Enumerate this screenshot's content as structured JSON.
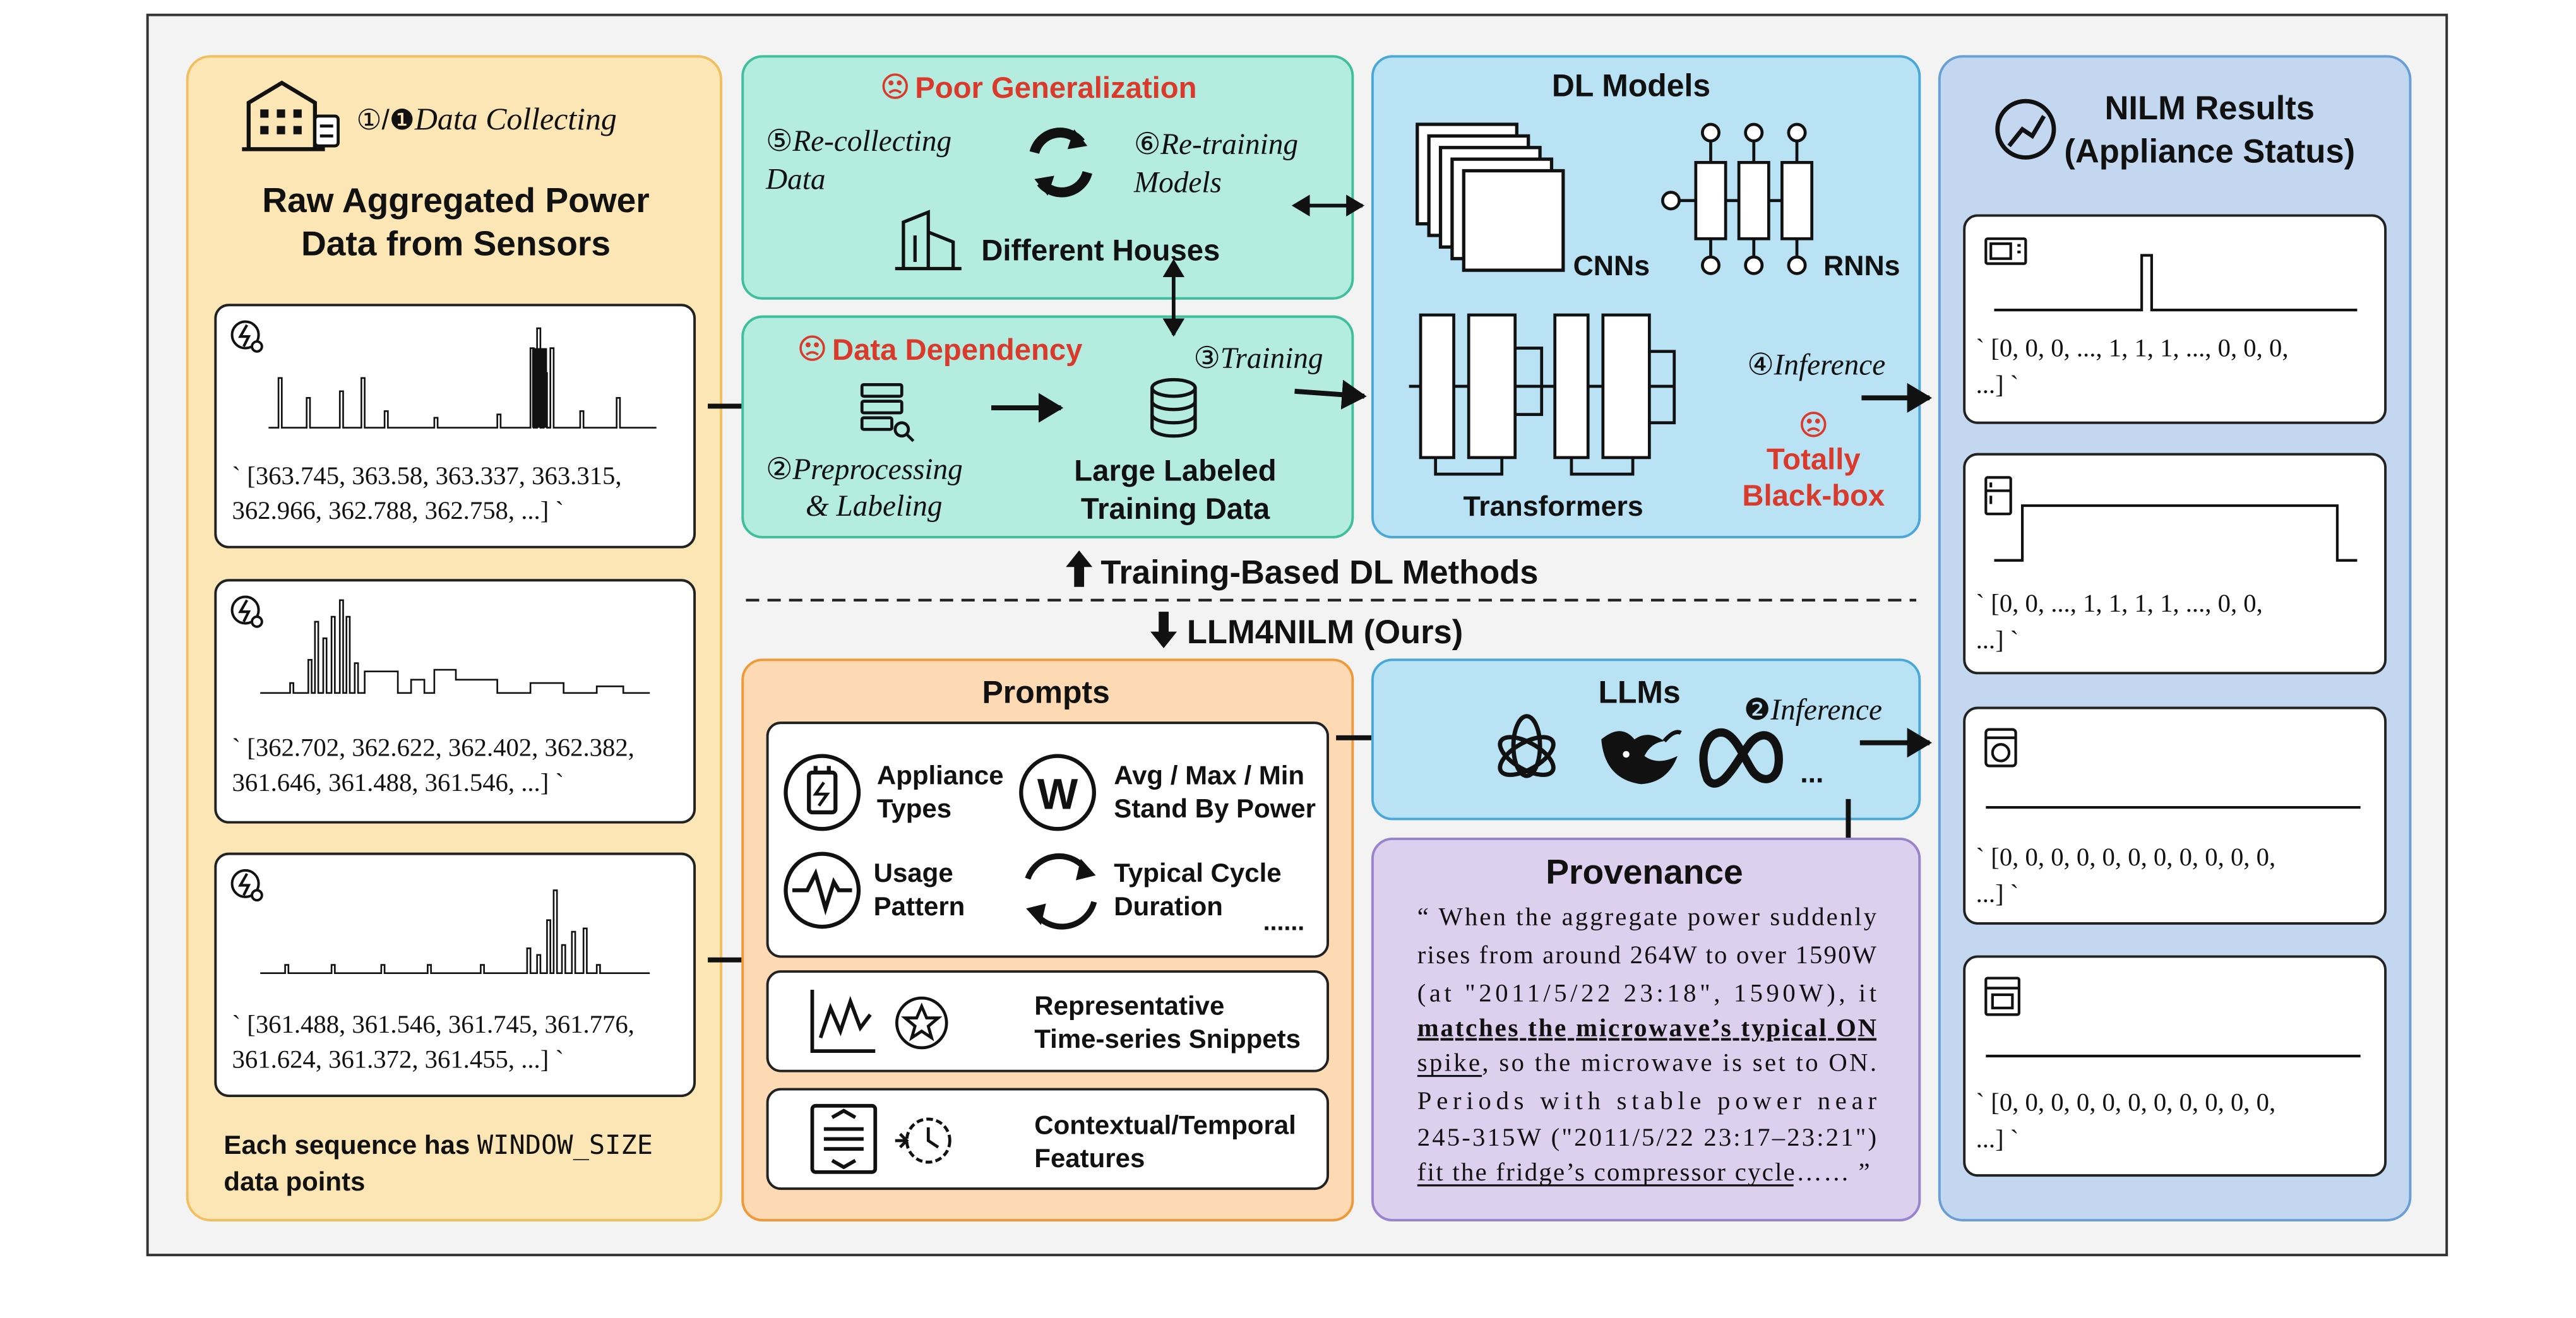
{
  "colors": {
    "sensor_panel": "#fde6b5",
    "sensor_border": "#f0c060",
    "training_panel": "#b5ece0",
    "training_border": "#3fbf9c",
    "dl_panel": "#b9e2f4",
    "dl_border": "#4aa8d8",
    "results_panel": "#c3d8f0",
    "results_border": "#6a9fd6",
    "prompts_panel": "#fddab4",
    "prompts_border": "#ef9a3a",
    "provenance_panel": "#ddd0ef",
    "provenance_border": "#9b82cc",
    "problem_red": "#d93a2b",
    "outer_bg": "#f3f3f3"
  },
  "sensors": {
    "step_label": "①/❶",
    "step_title": "Data Collecting",
    "title_line1": "Raw Aggregated Power",
    "title_line2": "Data from Sensors",
    "icons": [
      "building-icon",
      "meter-icon",
      "lightning-icon"
    ],
    "sequences": [
      {
        "line1": "` [363.745, 363.58, 363.337, 363.315,",
        "line2": "362.966, 362.788, 362.758, ...] `"
      },
      {
        "line1": "` [362.702, 362.622, 362.402, 362.382,",
        "line2": "361.646, 361.488, 361.546, ...] `"
      },
      {
        "line1": "` [361.488, 361.546, 361.745, 361.776,",
        "line2": "361.624, 361.372, 361.455, ...] `"
      }
    ],
    "footer_prefix": "Each sequence has ",
    "footer_code": "WINDOW_SIZE",
    "footer_line2": "data points"
  },
  "generalization": {
    "problem_icon": "sad-face-icon",
    "problem": "Poor Generalization",
    "step5_num": "⑤",
    "step5_line1": "Re-collecting",
    "step5_line2": "Data",
    "step6_num": "⑥",
    "step6_line1": "Re-training",
    "step6_line2": "Models",
    "houses_label": "Different Houses",
    "icons": [
      "refresh-cycle-icon",
      "house-icon"
    ]
  },
  "dependency": {
    "problem": "Data Dependency",
    "step3": "③",
    "step3_label": "Training",
    "step2_num": "②",
    "step2_line1": "Preprocessing",
    "step2_line2": "& Labeling",
    "data_line1": "Large Labeled",
    "data_line2": "Training Data",
    "icons": [
      "server-tools-icon",
      "database-icon"
    ]
  },
  "dl_models": {
    "title": "DL Models",
    "cnns": "CNNs",
    "rnns": "RNNs",
    "transformers": "Transformers",
    "step4": "④",
    "step4_label": "Inference",
    "problem_line1": "Totally",
    "problem_line2": "Black-box"
  },
  "divider": {
    "training_label": "Training-Based DL Methods",
    "ours_label": "LLM4NILM (Ours)",
    "icons": [
      "arrow-up-icon",
      "arrow-down-icon"
    ]
  },
  "prompts": {
    "title": "Prompts",
    "items": [
      {
        "icon": "battery-plug-icon",
        "line1": "Appliance",
        "line2": "Types"
      },
      {
        "icon": "watt-circle-icon",
        "line1": "Avg / Max / Min",
        "line2": "Stand By Power"
      },
      {
        "icon": "pulse-icon",
        "line1": "Usage",
        "line2": "Pattern"
      },
      {
        "icon": "cycle-arrows-icon",
        "line1": "Typical Cycle",
        "line2": "Duration"
      }
    ],
    "ellipsis": "......",
    "snippets_line1": "Representative",
    "snippets_line2": "Time-series Snippets",
    "features_line1": "Contextual/Temporal",
    "features_line2": "Features",
    "extra_icons": [
      "chart-icon",
      "star-circle-icon",
      "document-icon",
      "clock-icon"
    ]
  },
  "llms": {
    "title": "LLMs",
    "step": "❷",
    "step_label": "Inference",
    "more": "...",
    "icons": [
      "openai-logo-icon",
      "deepseek-logo-icon",
      "meta-logo-icon"
    ]
  },
  "provenance": {
    "title": "Provenance",
    "lines": [
      "“ When the aggregate power suddenly",
      "rises from around 264W to over 1590W",
      "(at \"2011/5/22 23:18\", 1590W), it",
      "matches the microwave’s typical ON",
      "spike, so the microwave is set to ON.",
      "Periods with stable power near",
      "245-315W (\"2011/5/22 23:17–23:21\")",
      "fit the fridge’s compressor cycle…… ”"
    ]
  },
  "results": {
    "title_line1": "NILM Results",
    "title_line2": "(Appliance Status)",
    "icon": "gauge-icon",
    "appliances": [
      {
        "icon": "microwave-icon",
        "line1": "` [0, 0, 0, ..., 1, 1, 1, ..., 0, 0, 0,",
        "line2": "...] `"
      },
      {
        "icon": "fridge-icon",
        "line1": "` [0, 0, ..., 1, 1, 1, 1, ..., 0, 0,",
        "line2": "...] `"
      },
      {
        "icon": "washer-icon",
        "line1": "` [0, 0, 0, 0, 0, 0, 0, 0, 0, 0, 0,",
        "line2": "...] `"
      },
      {
        "icon": "oven-icon",
        "line1": "` [0, 0, 0, 0, 0, 0, 0, 0, 0, 0, 0,",
        "line2": "...] `"
      }
    ]
  }
}
